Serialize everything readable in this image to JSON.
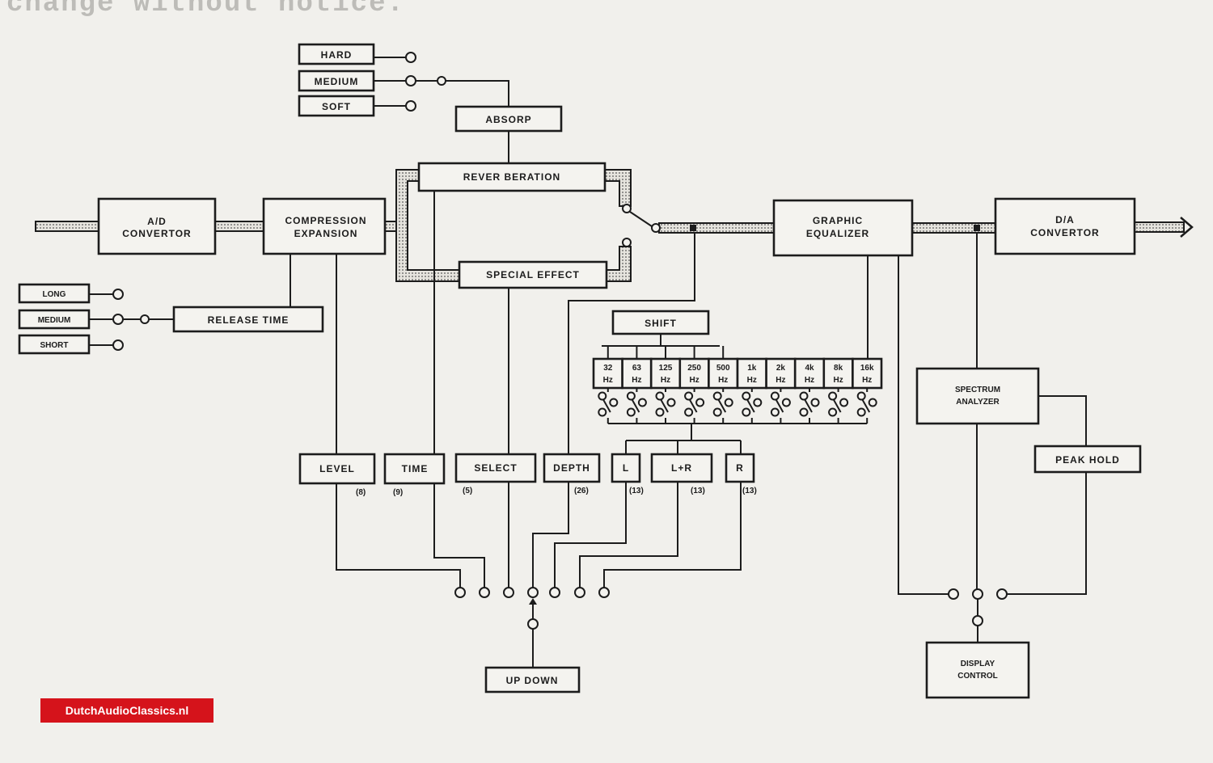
{
  "header_text": "change without notice.",
  "blocks": {
    "ad_convertor": [
      "A/D",
      "CONVERTOR"
    ],
    "compression": [
      "COMPRESSION",
      "EXPANSION"
    ],
    "reverberation": "REVER BERATION",
    "special_effect": "SPECIAL  EFFECT",
    "absorp": "ABSORP",
    "graphic_eq": [
      "GRAPHIC",
      "EQUALIZER"
    ],
    "da_convertor": [
      "D/A",
      "CONVERTOR"
    ],
    "release_time": "RELEASE  TIME",
    "shift": "SHIFT",
    "spectrum_analyzer": [
      "SPECTRUM",
      "ANALYZER"
    ],
    "peak_hold": "PEAK  HOLD",
    "display_control": [
      "DISPLAY",
      "CONTROL"
    ],
    "up_down": "UP  DOWN"
  },
  "absorp_options": [
    "HARD",
    "MEDIUM",
    "SOFT"
  ],
  "release_options": [
    "LONG",
    "MEDIUM",
    "SHORT"
  ],
  "eq_bands": [
    {
      "freq": "32",
      "unit": "Hz"
    },
    {
      "freq": "63",
      "unit": "Hz"
    },
    {
      "freq": "125",
      "unit": "Hz"
    },
    {
      "freq": "250",
      "unit": "Hz"
    },
    {
      "freq": "500",
      "unit": "Hz"
    },
    {
      "freq": "1k",
      "unit": "Hz"
    },
    {
      "freq": "2k",
      "unit": "Hz"
    },
    {
      "freq": "4k",
      "unit": "Hz"
    },
    {
      "freq": "8k",
      "unit": "Hz"
    },
    {
      "freq": "16k",
      "unit": "Hz"
    }
  ],
  "controls": [
    {
      "label": "LEVEL",
      "count": "(8)"
    },
    {
      "label": "TIME",
      "count": "(9)"
    },
    {
      "label": "SELECT",
      "count": "(5)"
    },
    {
      "label": "DEPTH",
      "count": "(26)"
    },
    {
      "label": "L",
      "count": "(13)"
    },
    {
      "label": "L+R",
      "count": "(13)"
    },
    {
      "label": "R",
      "count": "(13)"
    }
  ],
  "watermark": "DutchAudioClassics.nl"
}
